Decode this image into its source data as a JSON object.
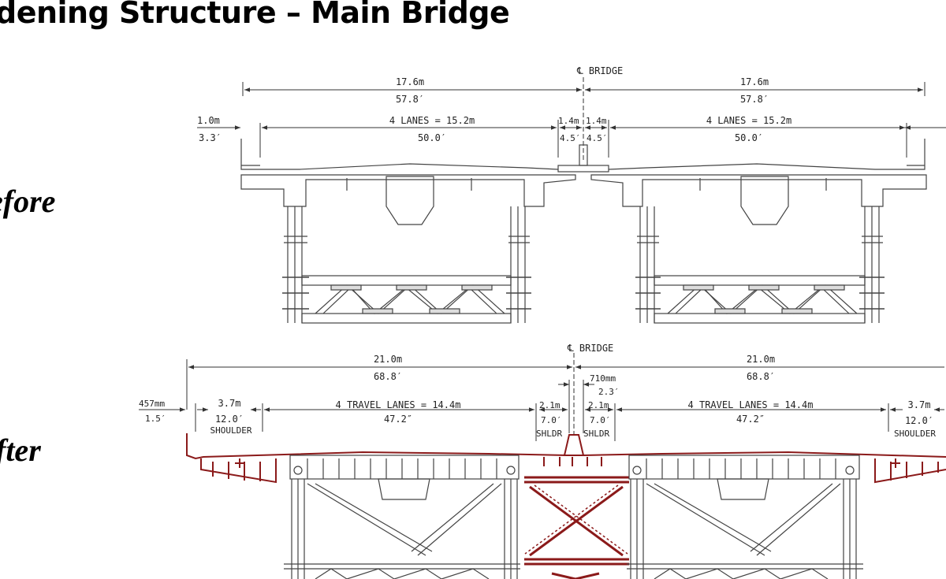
{
  "slide": {
    "title": "dening Structure – Main Bridge",
    "before_label": "efore",
    "after_label": "fter"
  },
  "colors": {
    "line": "#333333",
    "new_structure": "#8b1a1a"
  },
  "before": {
    "cl_label": "℄ BRIDGE",
    "left_width_m": "17.6m",
    "left_width_ft": "57.8′",
    "right_width_m": "17.6m",
    "right_width_ft": "57.8′",
    "edge_m": "1.0m",
    "edge_ft": "3.3′",
    "left_lanes": "4 LANES = 15.2m",
    "left_lanes_ft": "50.0′",
    "median_left_m": "1.4m",
    "median_right_m": "1.4m",
    "median_left_ft": "4.5′",
    "median_right_ft": "4.5′",
    "right_lanes": "4 LANES = 15.2m",
    "right_lanes_ft": "50.0′"
  },
  "after": {
    "cl_label": "℄ BRIDGE",
    "left_width_m": "21.0m",
    "left_width_ft": "68.8′",
    "right_width_m": "21.0m",
    "right_width_ft": "68.8′",
    "barrier_mm": "710mm",
    "barrier_ft": "2.3′",
    "edge_mm": "457mm",
    "edge_ft": "1.5′",
    "left_shoulder_m": "3.7m",
    "left_shoulder_ft": "12.0′",
    "left_shoulder_label": "SHOULDER",
    "left_lanes": "4 TRAVEL LANES = 14.4m",
    "left_lanes_ft": "47.2″",
    "shldr_left_m": "2.1m",
    "shldr_left_ft": "7.0′",
    "shldr_left_label": "SHLDR",
    "shldr_right_m": "2.1m",
    "shldr_right_ft": "7.0′",
    "shldr_right_label": "SHLDR",
    "right_lanes": "4 TRAVEL LANES = 14.4m",
    "right_lanes_ft": "47.2″",
    "right_shoulder_m": "3.7m",
    "right_shoulder_ft": "12.0′",
    "right_shoulder_label": "SHOULDER"
  }
}
